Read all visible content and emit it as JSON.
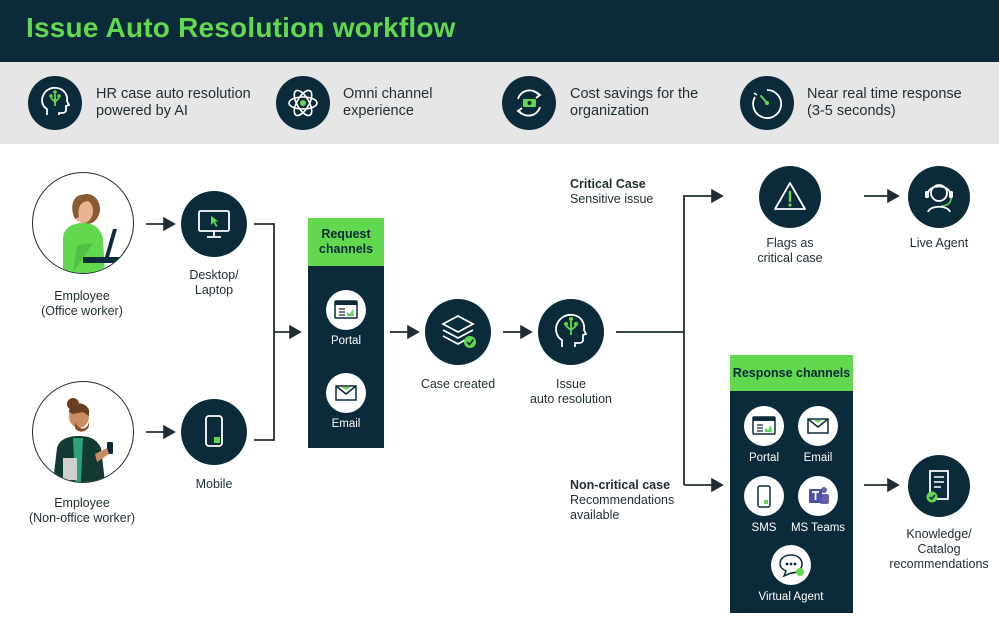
{
  "header": {
    "title": "Issue Auto Resolution workflow"
  },
  "benefits": [
    {
      "icon": "ai-head-icon",
      "line1": "HR case auto resolution",
      "line2": "powered by AI"
    },
    {
      "icon": "atom-icon",
      "line1": "Omni channel",
      "line2": "experience"
    },
    {
      "icon": "cost-savings-icon",
      "line1": "Cost savings for the",
      "line2": "organization"
    },
    {
      "icon": "stopwatch-icon",
      "line1": "Near real time response",
      "line2": "(3-5 seconds)"
    }
  ],
  "users": {
    "office": {
      "line1": "Employee",
      "line2": "(Office worker)"
    },
    "nonoffice": {
      "line1": "Employee",
      "line2": "(Non-office worker)"
    }
  },
  "devices": {
    "desktop": {
      "line1": "Desktop/",
      "line2": "Laptop"
    },
    "mobile": {
      "label": "Mobile"
    }
  },
  "request_channels": {
    "title_line1": "Request",
    "title_line2": "channels",
    "items": [
      {
        "label": "Portal"
      },
      {
        "label": "Email"
      }
    ]
  },
  "case_created": {
    "label": "Case created"
  },
  "issue_resolution": {
    "line1": "Issue",
    "line2": "auto resolution"
  },
  "critical": {
    "title": "Critical Case",
    "subtitle": "Sensitive issue"
  },
  "flags": {
    "line1": "Flags as",
    "line2": "critical case"
  },
  "live_agent": {
    "label": "Live Agent"
  },
  "noncritical": {
    "title": "Non-critical case",
    "line2": "Recommendations",
    "line3": "available"
  },
  "response_channels": {
    "title": "Response channels",
    "items": [
      {
        "label": "Portal"
      },
      {
        "label": "Email"
      },
      {
        "label": "SMS"
      },
      {
        "label": "MS Teams"
      },
      {
        "label": "Virtual Agent"
      }
    ]
  },
  "knowledge": {
    "line1": "Knowledge/",
    "line2": "Catalog",
    "line3": "recommendations"
  },
  "colors": {
    "navy": "#0c2b3a",
    "green": "#62d84e",
    "band": "#e6e6e6",
    "text": "#1f2d33"
  }
}
